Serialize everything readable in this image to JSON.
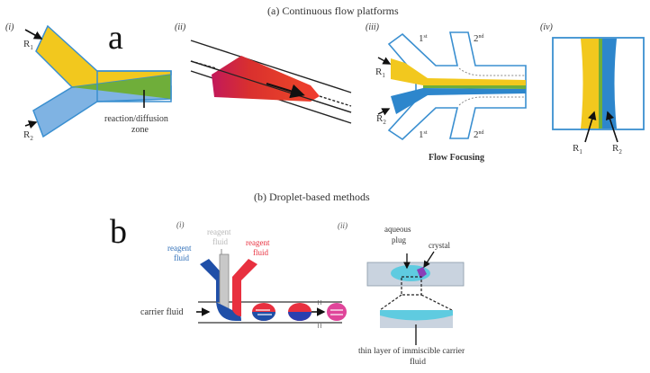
{
  "section_a": {
    "title": "(a) Continuous flow platforms",
    "letter": "a",
    "panel_i": {
      "label": "(i)",
      "inlet_1": "R",
      "inlet_1_sub": "1",
      "inlet_2": "R",
      "inlet_2_sub": "2",
      "zone_label_line1": "reaction/diffusion",
      "zone_label_line2": "zone"
    },
    "panel_ii": {
      "label": "(ii)"
    },
    "panel_iii": {
      "label": "(iii)",
      "inlet_1": "R",
      "inlet_1_sub": "1",
      "inlet_2": "R",
      "inlet_2_sub": "2",
      "first": "1",
      "first_sup": "st",
      "second": "2",
      "second_sup": "nd",
      "caption": "Flow Focusing"
    },
    "panel_iv": {
      "label": "(iv)",
      "stream_1": "R",
      "stream_1_sub": "1",
      "stream_2": "R",
      "stream_2_sub": "2"
    }
  },
  "section_b": {
    "title": "(b) Droplet-based methods",
    "letter": "b",
    "panel_i": {
      "label": "(i)",
      "reagent_blue_line1": "reagent",
      "reagent_blue_line2": "fluid",
      "reagent_grey_line1": "reagent",
      "reagent_grey_line2": "fluid",
      "reagent_red_line1": "reagent",
      "reagent_red_line2": "fluid",
      "carrier": "carrier fluid"
    },
    "panel_ii": {
      "label": "(ii)",
      "plug_line1": "aqueous",
      "plug_line2": "plug",
      "crystal": "crystal",
      "layer_line1": "thin layer of immiscible carrier",
      "layer_line2": "fluid"
    }
  },
  "colors": {
    "yellow": "#f2c81e",
    "blue_light": "#7fb3e3",
    "blue_stream": "#2d86cc",
    "green": "#6fae3a",
    "outline": "#3a8fd0",
    "reagent_blue": "#1f4fa8",
    "reagent_red": "#e8303f",
    "reagent_grey": "#c8c8c8",
    "magenta": "#e0459a",
    "aqua": "#5fcbe0",
    "slab": "#c9d3df"
  }
}
